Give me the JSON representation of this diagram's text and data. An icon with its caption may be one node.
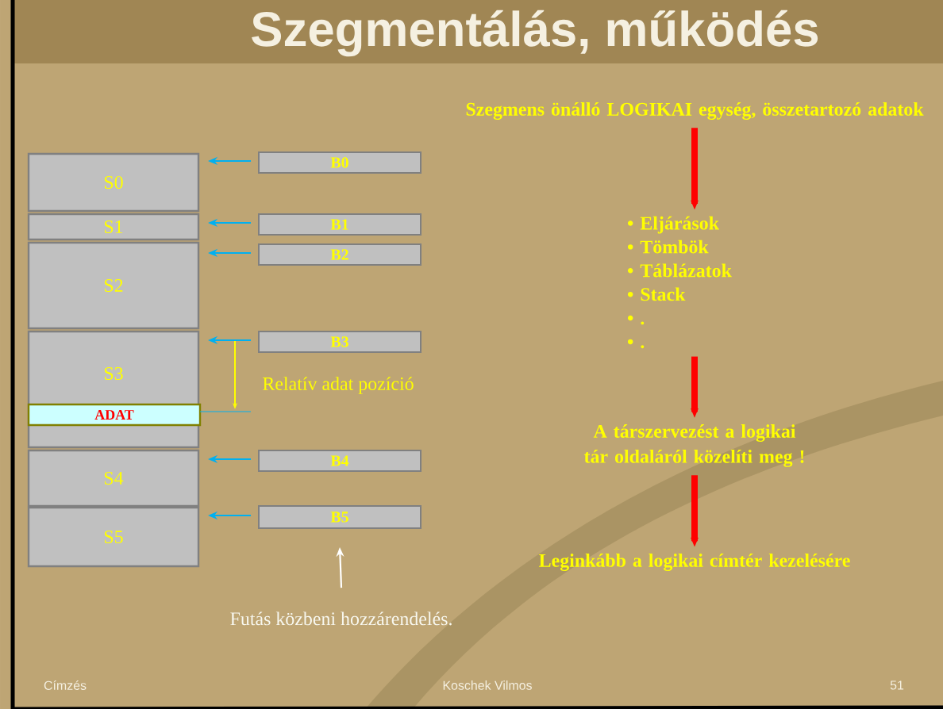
{
  "diagram": {
    "title": "Szegmentálás, működés",
    "nodes": [
      {
        "text": [
          "S0"
        ]
      },
      {
        "text": [
          "S1"
        ]
      },
      {
        "text": [
          "S2"
        ]
      },
      {
        "text": [
          "S3"
        ]
      },
      {
        "text": [
          "ADAT"
        ],
        "in": 3
      },
      {
        "text": [
          "S4"
        ]
      },
      {
        "text": [
          "S5"
        ]
      },
      {
        "text": [
          "B0"
        ]
      },
      {
        "text": [
          "B1"
        ]
      },
      {
        "text": [
          "B2"
        ]
      },
      {
        "text": [
          "B3"
        ]
      },
      {
        "text": [
          "B4"
        ]
      },
      {
        "text": [
          "B5"
        ]
      },
      {
        "text": [
          "Szegmens önálló LOGIKAI egység, összetartozó adatok"
        ]
      },
      {
        "text": [
          "• Eljárások",
          "• Tömbök",
          "• Táblázatok",
          "• Stack",
          "• .",
          "• ."
        ]
      },
      {
        "text": [
          "A társzervezést a logikai tár oldaláról közelíti meg !"
        ]
      },
      {
        "text": [
          "Leginkább a logikai címtér kezelésére"
        ]
      },
      {
        "text": [
          "Futás közbeni hozzárendelés."
        ]
      }
    ],
    "edges": [
      {
        "from": 7,
        "to": 0,
        "arrow": "to"
      },
      {
        "from": 8,
        "to": 1,
        "arrow": "to"
      },
      {
        "from": 9,
        "to": 2,
        "arrow": "to"
      },
      {
        "from": 10,
        "to": 3,
        "arrow": "to"
      },
      {
        "from": 11,
        "to": 5,
        "arrow": "to"
      },
      {
        "from": 12,
        "to": 6,
        "arrow": "to"
      },
      {
        "from": 13,
        "to": 14,
        "arrow": "to",
        "style": "thick",
        "color": "#ff0000"
      },
      {
        "from": 14,
        "to": 15,
        "arrow": "to",
        "style": "thick",
        "color": "#ff0000"
      },
      {
        "from": 15,
        "to": 16,
        "arrow": "to",
        "style": "thick",
        "color": "#ff0000"
      },
      {
        "from": 17,
        "to": 12,
        "arrow": "to",
        "color": "#ffffff"
      }
    ],
    "labels": [
      "Relatív adat pozíció",
      "Címzés",
      "Koschek Vilmos",
      "51"
    ]
  }
}
